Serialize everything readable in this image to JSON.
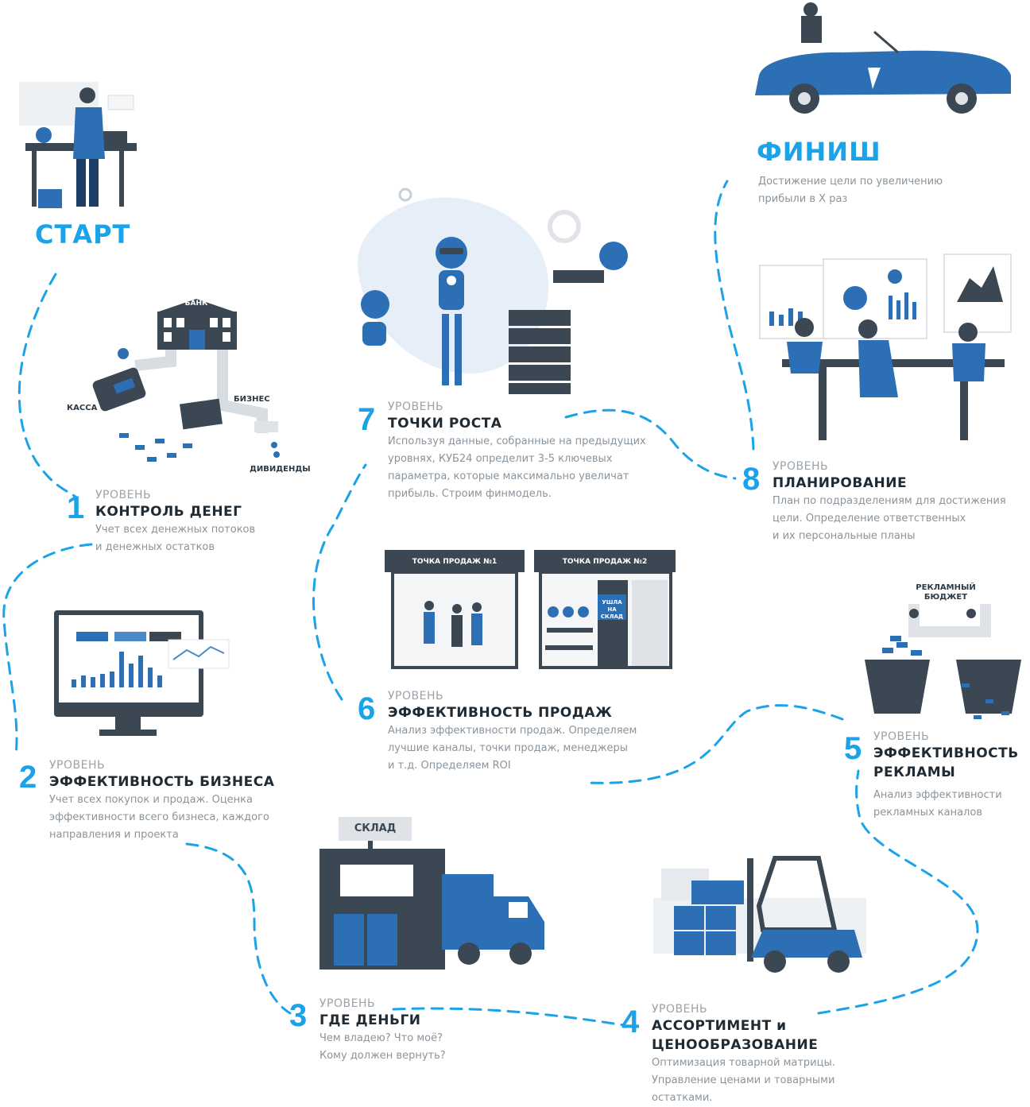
{
  "start": {
    "label": "СТАРТ"
  },
  "finish": {
    "label": "ФИНИШ",
    "description": "Достижение цели по увеличению прибыли в Х раз"
  },
  "level_word": "УРОВЕНЬ",
  "levels": [
    {
      "number": "1",
      "title": "КОНТРОЛЬ ДЕНЕГ",
      "lines": [
        "Учет всех денежных потоков",
        "и денежных остатков"
      ]
    },
    {
      "number": "2",
      "title": "ЭФФЕКТИВНОСТЬ БИЗНЕСА",
      "lines": [
        "Учет всех покупок и продаж. Оценка",
        "эффективности всего бизнеса, каждого",
        "направления и проекта"
      ]
    },
    {
      "number": "3",
      "title": "ГДЕ ДЕНЬГИ",
      "lines": [
        "Чем владею? Что моё?",
        "Кому должен вернуть?"
      ]
    },
    {
      "number": "4",
      "title_lines": [
        "АССОРТИМЕНТ и",
        "ЦЕНООБРАЗОВАНИЕ"
      ],
      "lines": [
        "Оптимизация товарной матрицы.",
        "Управление ценами и товарными",
        "остатками."
      ]
    },
    {
      "number": "5",
      "title_lines": [
        "ЭФФЕКТИВНОСТЬ",
        "РЕКЛАМЫ"
      ],
      "lines": [
        "Анализ эффективности",
        "рекламных каналов"
      ]
    },
    {
      "number": "6",
      "title": "ЭФФЕКТИВНОСТЬ ПРОДАЖ",
      "lines": [
        "Анализ эффективности продаж. Определяем",
        "лучшие каналы, точки продаж, менеджеры",
        "и т.д. Определяем ROI"
      ]
    },
    {
      "number": "7",
      "title": "ТОЧКИ РОСТА",
      "lines": [
        "Используя данные, собранные на предыдущих",
        "уровнях, КУБ24 определит 3-5 ключевых",
        "параметра, которые максимально увеличат",
        "прибыль. Строим финмодель."
      ]
    },
    {
      "number": "8",
      "title": "ПЛАНИРОВАНИЕ",
      "lines": [
        "План по подразделениям для достижения",
        "цели.  Определение ответственных",
        "и их персональные планы"
      ]
    }
  ],
  "illustration_labels": {
    "bank": "БАНК",
    "kassa": "КАССА",
    "biznes": "БИЗНЕС",
    "dividendy": "ДИВИДЕНДЫ",
    "sklad": "СКЛАД",
    "point1": "ТОЧКА ПРОДАЖ №1",
    "point2": "ТОЧКА ПРОДАЖ №2",
    "ushla": "УШЛА НА СКЛАД",
    "ad_budget": "РЕКЛАМНЫЙ БЮДЖЕТ"
  },
  "colors": {
    "accent": "#1aa3e8",
    "brand_blue": "#2d6fb4",
    "dark": "#3b4752",
    "gray_text": "#8a949c"
  }
}
